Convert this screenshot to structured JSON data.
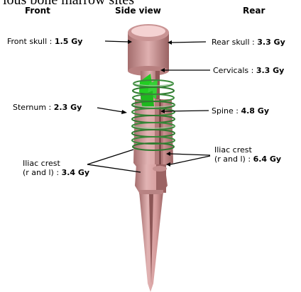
{
  "title_cut": "ious bone marrow sites",
  "headers": {
    "front": "Front",
    "side": "Side view",
    "rear": "Rear"
  },
  "labels": {
    "front_skull": {
      "name": "Front skull : ",
      "dose": "1.5 Gy"
    },
    "rear_skull": {
      "name": "Rear skull : ",
      "dose": "3.3 Gy"
    },
    "cervicals": {
      "name": "Cervicals : ",
      "dose": "3.3 Gy"
    },
    "sternum": {
      "name": "Sternum : ",
      "dose": "2.3 Gy"
    },
    "spine": {
      "name": "Spine : ",
      "dose": "4.8 Gy"
    },
    "iliac_front": {
      "line1": "Iliac crest",
      "line2": "(r and l) : ",
      "dose": "3.4 Gy"
    },
    "iliac_rear": {
      "line1": "Iliac crest",
      "line2": "(r and l) : ",
      "dose": "6.4 Gy"
    }
  },
  "colors": {
    "body_pink": "#d9a3a3",
    "body_dark": "#b07878",
    "ribs_green": "#3aa83a",
    "marrow_green": "#22cc22",
    "skull_top": "#f2cccc"
  }
}
